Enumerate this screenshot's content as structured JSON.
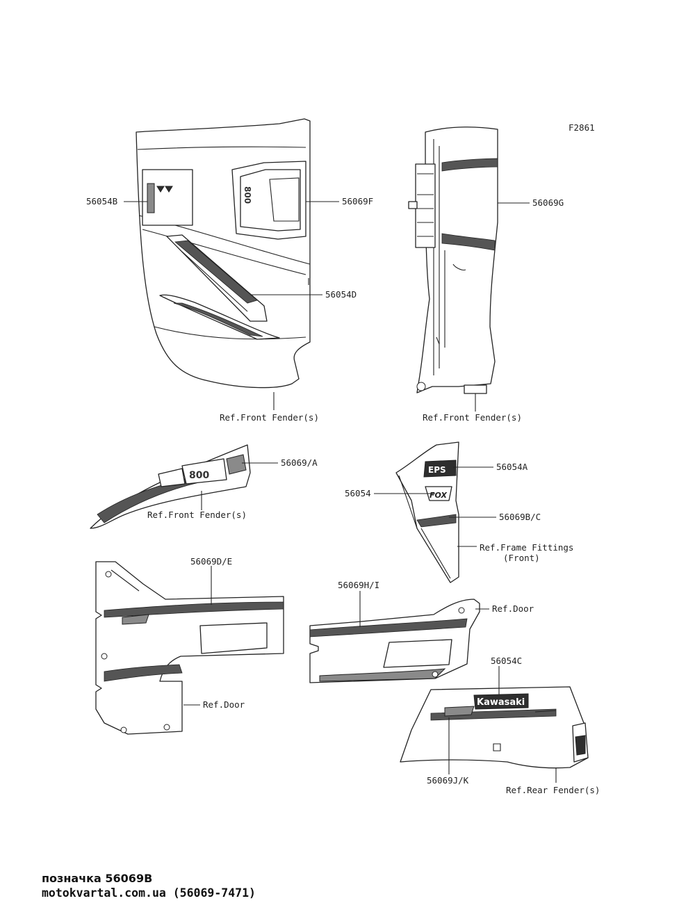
{
  "diagram_code": "F2861",
  "labels": {
    "l_56054B": "56054B",
    "l_56069F": "56069F",
    "l_56054D": "56054D",
    "l_ref_front_fender_1": "Ref.Front Fender(s)",
    "l_56069G": "56069G",
    "l_ref_front_fender_2": "Ref.Front Fender(s)",
    "l_56069A": "56069/A",
    "l_ref_front_fender_3": "Ref.Front Fender(s)",
    "l_56054A": "56054A",
    "l_56054": "56054",
    "l_56069BC": "56069B/C",
    "l_ref_frame_1": "Ref.Frame Fittings",
    "l_ref_frame_2": "(Front)",
    "l_56069DE": "56069D/E",
    "l_56069HI": "56069H/I",
    "l_ref_door_1": "Ref.Door",
    "l_ref_door_2": "Ref.Door",
    "l_56054C": "56054C",
    "l_56069JK": "56069J/K",
    "l_ref_rear_fender": "Ref.Rear Fender(s)"
  },
  "decal_text": {
    "eps": "EPS",
    "fox": "FOX",
    "kawasaki": "Kawasaki",
    "model_800": "800"
  },
  "footer": {
    "title": "позначка 56069B",
    "site": "motokvartal.com.ua (56069-7471)"
  }
}
